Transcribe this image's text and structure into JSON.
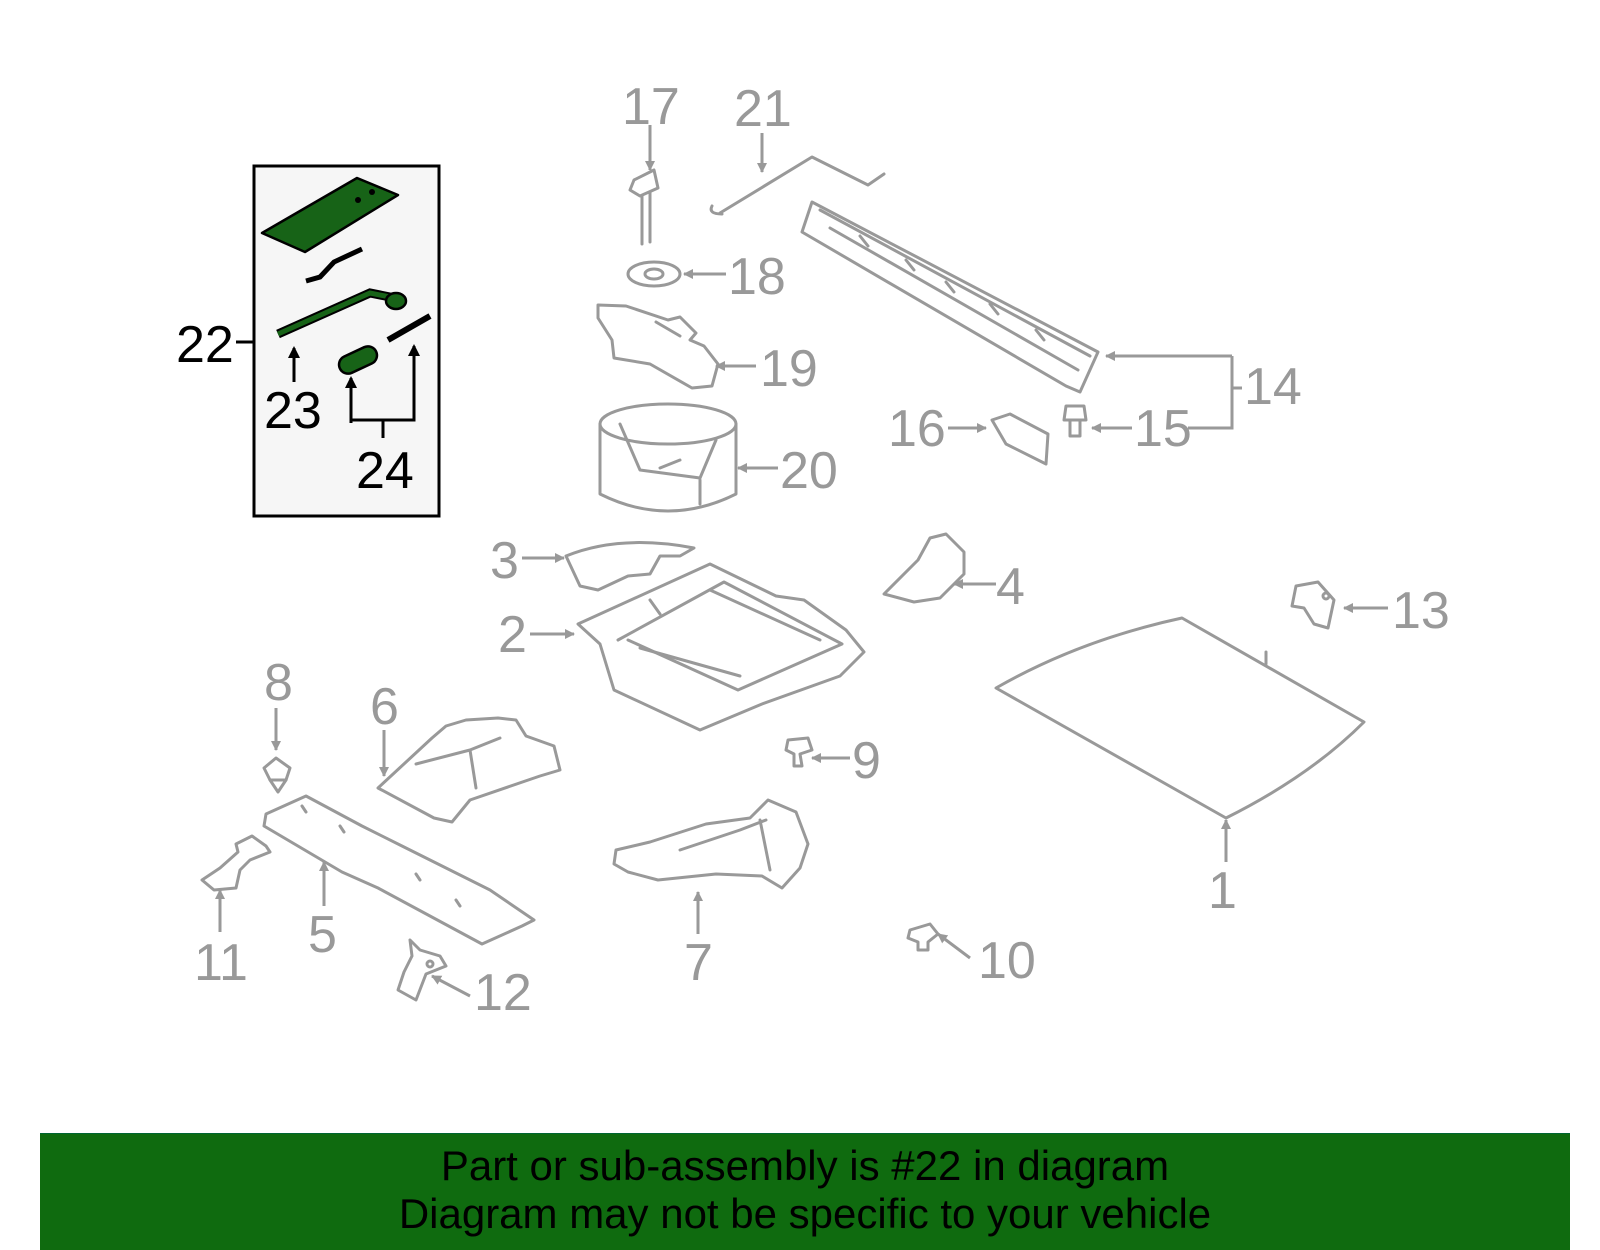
{
  "diagram": {
    "callouts": [
      "1",
      "2",
      "3",
      "4",
      "5",
      "6",
      "7",
      "8",
      "9",
      "10",
      "11",
      "12",
      "13",
      "14",
      "15",
      "16",
      "17",
      "18",
      "19",
      "20",
      "21"
    ],
    "inset_callouts": [
      "22",
      "23",
      "24"
    ],
    "colors": {
      "part_line": "#999999",
      "highlight_fill": "#176317",
      "inset_background": "#f6f6f6",
      "banner": "#0f6b0f"
    }
  },
  "footer": {
    "line1": "Part or sub-assembly is #22 in diagram",
    "line2": "Diagram may not be specific to your vehicle"
  }
}
